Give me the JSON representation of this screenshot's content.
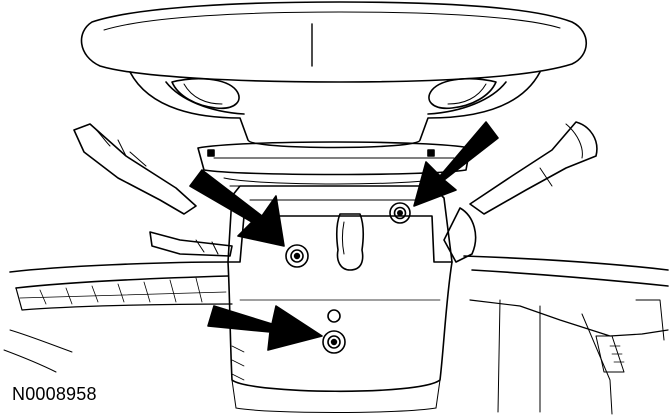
{
  "figure": {
    "id_label": "N0008958",
    "line_color": "#000000",
    "background": "#ffffff",
    "callouts": [
      {
        "name": "upper-left-screw-arrow"
      },
      {
        "name": "upper-right-screw-arrow"
      },
      {
        "name": "lower-screw-arrow"
      }
    ]
  }
}
